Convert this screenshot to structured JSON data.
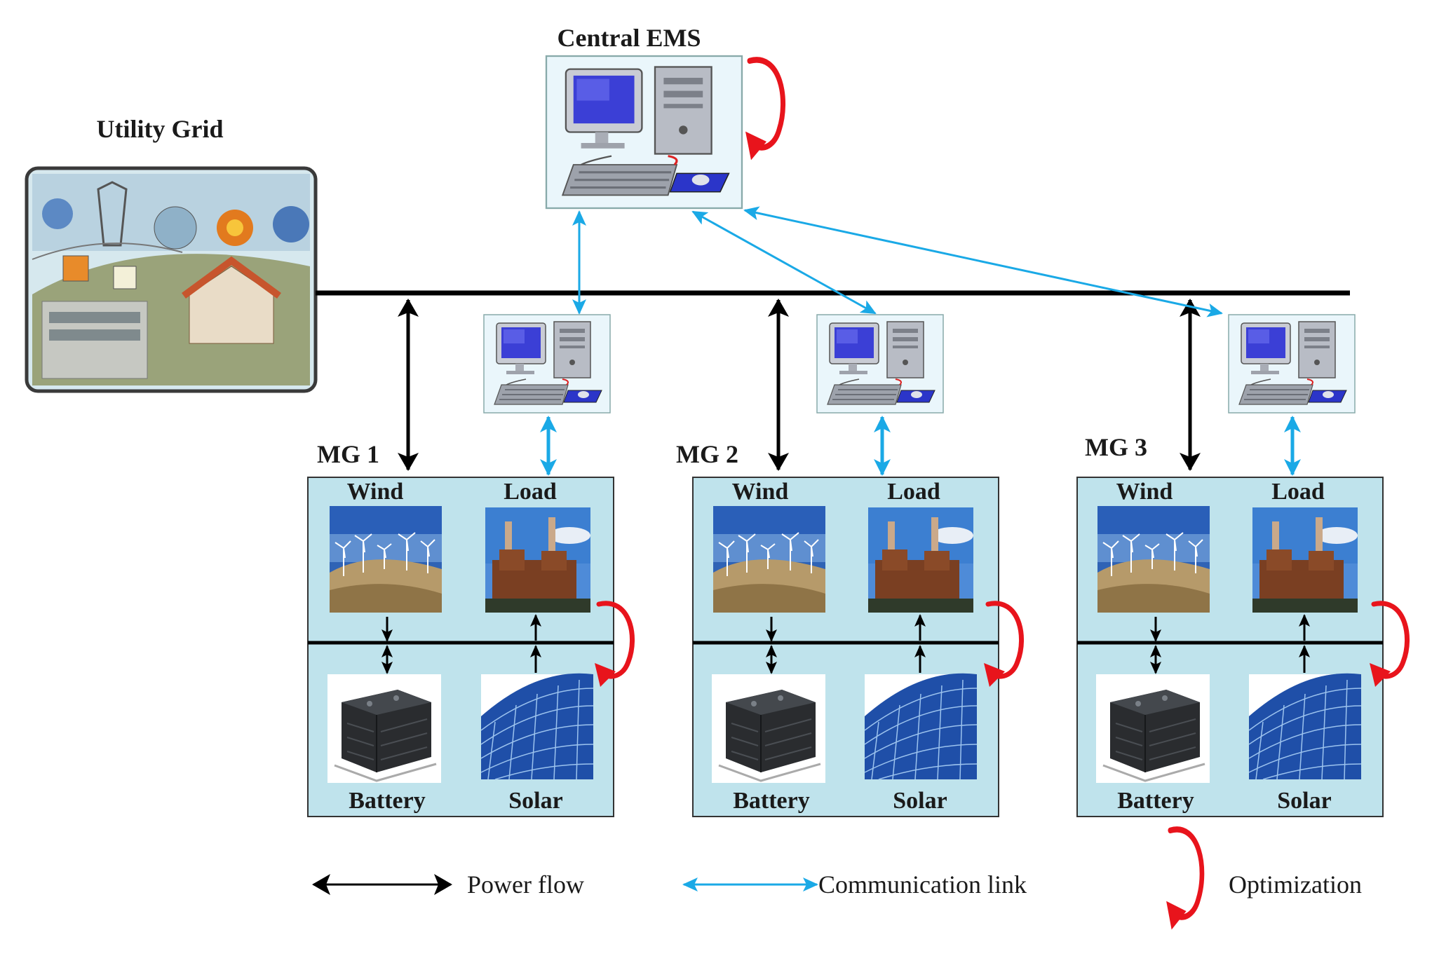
{
  "utility_grid": {
    "label": "Utility Grid"
  },
  "central_ems": {
    "label": "Central EMS"
  },
  "microgrids": [
    {
      "label": "MG 1",
      "wind": "Wind",
      "load": "Load",
      "battery": "Battery",
      "solar": "Solar"
    },
    {
      "label": "MG 2",
      "wind": "Wind",
      "load": "Load",
      "battery": "Battery",
      "solar": "Solar"
    },
    {
      "label": "MG 3",
      "wind": "Wind",
      "load": "Load",
      "battery": "Battery",
      "solar": "Solar"
    }
  ],
  "legend": {
    "power_flow": "Power flow",
    "communication_link": "Communication link",
    "optimization": "Optimization"
  },
  "colors": {
    "power": "#000000",
    "communication": "#1aa9e6",
    "optimization": "#e8141c",
    "mg_box": "#bfe3ec"
  }
}
